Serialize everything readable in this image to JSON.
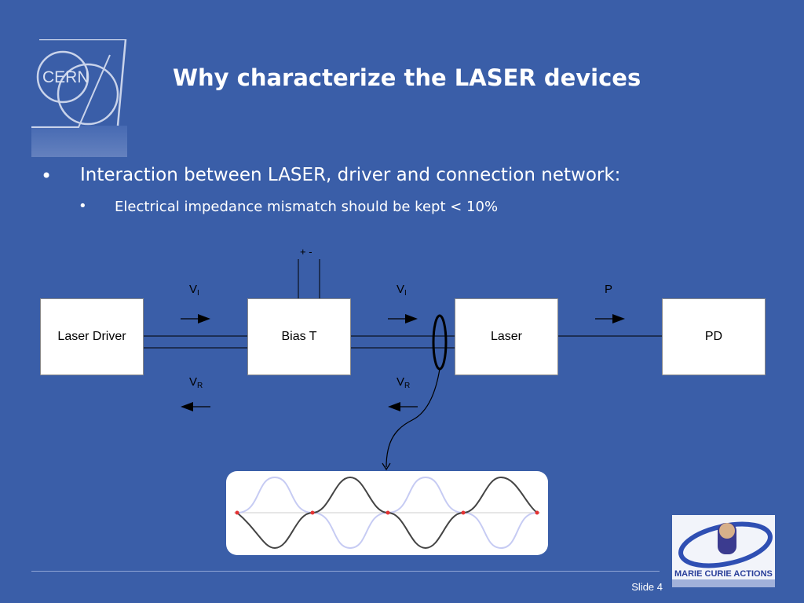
{
  "slide": {
    "title": "Why characterize the LASER devices",
    "bullets": [
      {
        "text": "Interaction between LASER, driver and connection network:",
        "marker": "•"
      },
      {
        "text": "Electrical impedance mismatch should be kept < 10%",
        "marker": "•"
      }
    ],
    "slide_number": "Slide 4"
  },
  "logos": {
    "cern": {
      "text": "CERN"
    },
    "marie_curie": {
      "text": "MARIE CURIE ACTIONS"
    }
  },
  "diagram": {
    "blocks": [
      "Laser Driver",
      "Bias T",
      "Laser",
      "PD"
    ],
    "bias_terminals": "+ -",
    "forward_labels": [
      {
        "main": "V",
        "sub": "I"
      },
      {
        "main": "V",
        "sub": "I"
      },
      {
        "main": "P",
        "sub": ""
      }
    ],
    "reflected_labels": [
      {
        "main": "V",
        "sub": "R"
      },
      {
        "main": "V",
        "sub": "R"
      }
    ]
  },
  "colors": {
    "background": "#3a5ea8",
    "box": "#ffffff",
    "line": "#000000",
    "wave_dark": "#444444",
    "wave_light": "#bfc6f2",
    "node_dot": "#e53333"
  }
}
